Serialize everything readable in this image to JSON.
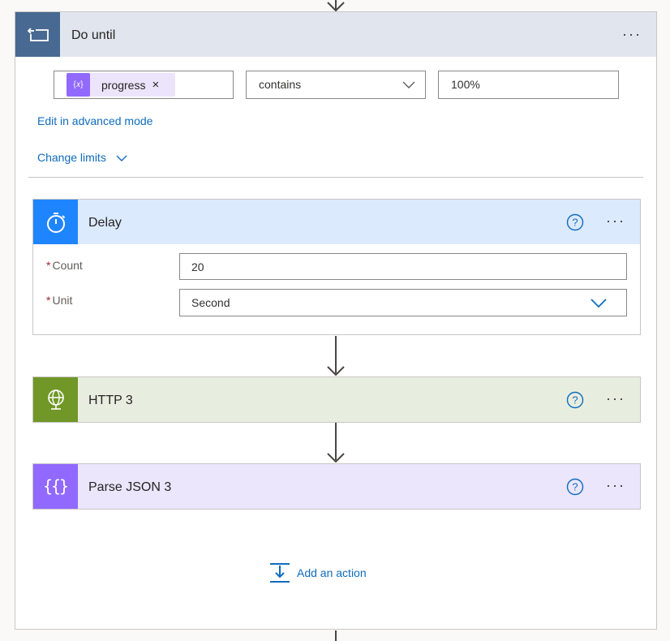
{
  "scope": {
    "title": "Do until",
    "more_label": "···",
    "condition": {
      "token_label": "progress",
      "token_remove": "×",
      "operator": "contains",
      "value": "100%"
    },
    "advanced_mode_link": "Edit in advanced mode",
    "change_limits_link": "Change limits"
  },
  "actions": {
    "delay": {
      "title": "Delay",
      "color": "#1f85ff",
      "header_bg": "#dceafd",
      "count_label": "Count",
      "count_value": "20",
      "unit_label": "Unit",
      "unit_value": "Second",
      "required_mark": "*"
    },
    "http": {
      "title": "HTTP 3",
      "color": "#709727",
      "header_bg": "#e8eedf"
    },
    "parse_json": {
      "title": "Parse JSON 3",
      "color": "#9169ff",
      "header_bg": "#ebe6fc"
    }
  },
  "add_action_label": "Add an action",
  "more_label": "···"
}
